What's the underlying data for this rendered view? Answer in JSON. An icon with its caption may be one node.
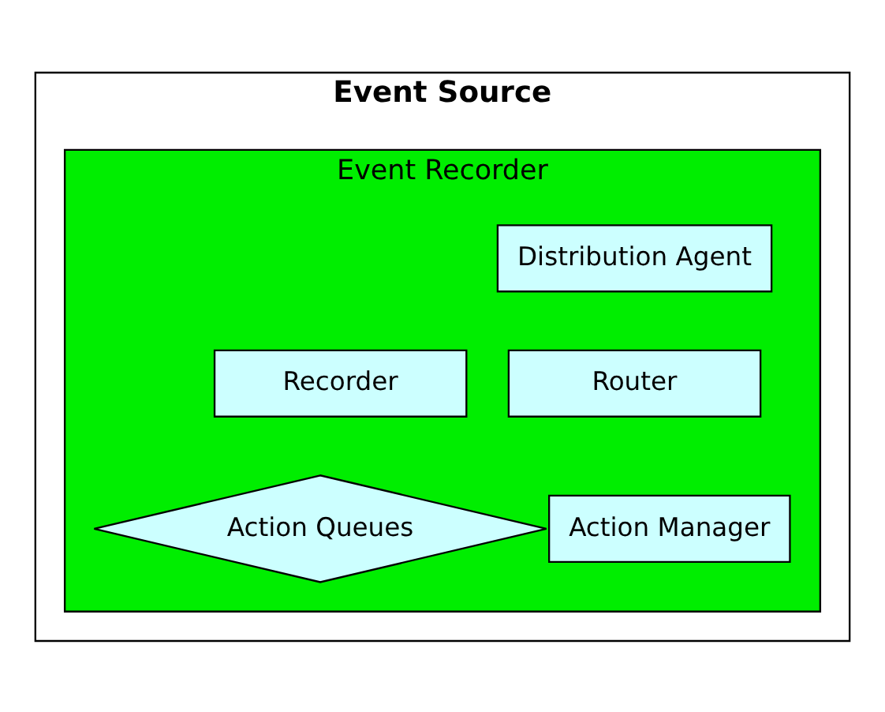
{
  "diagram": {
    "nodes": [
      {
        "text": [
          "Event Source"
        ]
      },
      {
        "text": [
          "Event Recorder"
        ],
        "in": 0
      },
      {
        "text": [
          "Distribution Agent"
        ],
        "in": 1
      },
      {
        "text": [
          "Recorder"
        ],
        "in": 1
      },
      {
        "text": [
          "Router"
        ],
        "in": 1
      },
      {
        "text": [
          "Action Queues"
        ],
        "in": 1
      },
      {
        "text": [
          "Action Manager"
        ],
        "in": 1
      }
    ],
    "edges": []
  }
}
